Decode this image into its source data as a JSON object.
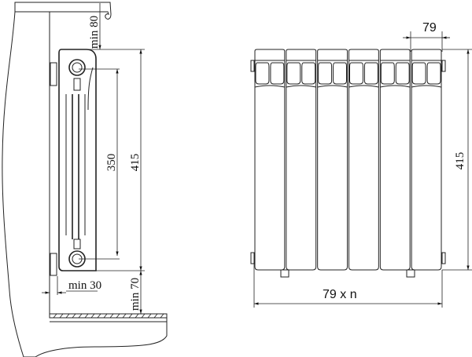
{
  "side_view": {
    "labels": {
      "top_clearance": "min 80",
      "pipe_centers": "350",
      "height": "415",
      "wall_gap": "min 30",
      "floor_clearance": "min 70"
    }
  },
  "front_view": {
    "section_count": 6,
    "labels": {
      "section_width": "79",
      "height": "415",
      "total_width": "79 x n"
    }
  },
  "colors": {
    "line": "#222222",
    "background": "#ffffff"
  }
}
